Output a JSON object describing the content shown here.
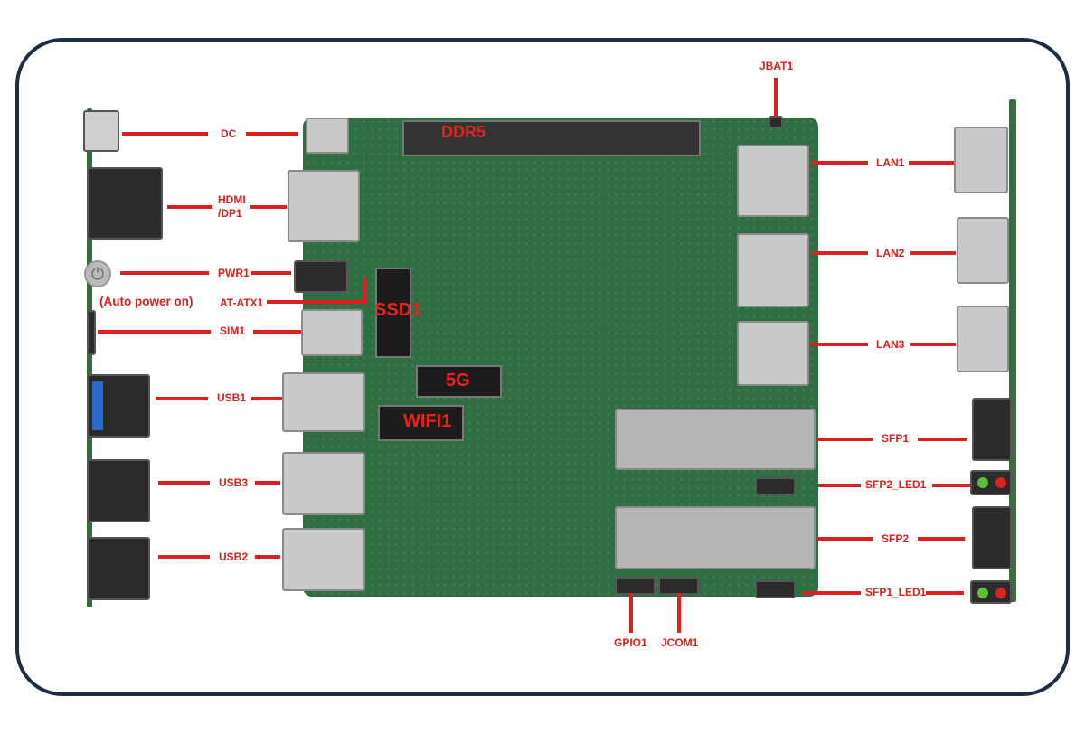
{
  "left_labels": {
    "dc": "DC",
    "hdmi": "HDMI",
    "dp": "/DP1",
    "pwr": "PWR1",
    "auto": "(Auto power on)",
    "atatx": "AT-ATX1",
    "sim": "SIM1",
    "usb1": "USB1",
    "usb3": "USB3",
    "usb2": "USB2"
  },
  "board_labels": {
    "ddr": "DDR5",
    "ssd": "SSD1",
    "g5": "5G",
    "wifi": "WIFI1"
  },
  "right_labels": {
    "jbat": "JBAT1",
    "lan1": "LAN1",
    "lan2": "LAN2",
    "lan3": "LAN3",
    "sfp1": "SFP1",
    "sfp2led": "SFP2_LED1",
    "sfp2": "SFP2",
    "sfp1led": "SFP1_LED1",
    "gpio": "GPIO1",
    "jcom": "JCOM1"
  },
  "colors": {
    "label": "#d8221e",
    "frame": "#1d2d44",
    "pcb": "#2f6e42"
  }
}
